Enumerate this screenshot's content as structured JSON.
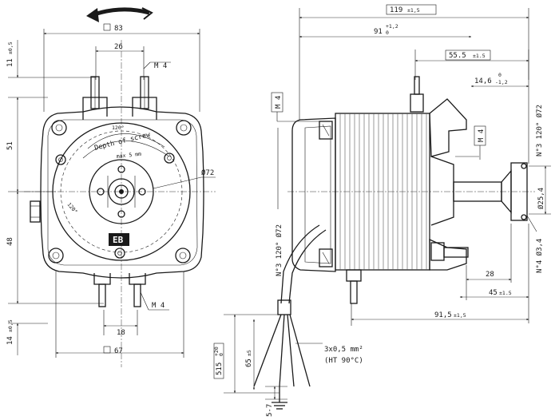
{
  "front_view": {
    "dim_square_top": "83",
    "dim_bolt_spacing": "26",
    "thread_top": "M 4",
    "dim_top_offset": "11",
    "dim_top_offset_tol": "±0,5",
    "dim_upper_height": "51",
    "dim_lower_height": "48",
    "dim_bottom_offset": "14",
    "dim_bottom_offset_tol": "±0,5",
    "screw_label_line1": "Depth of screw",
    "screw_label_line2": "max 5 mm",
    "angle_top": "120°",
    "angle_bottom": "120°",
    "dim_bolt_circle": "Ø72",
    "thread_bottom": "M 4",
    "dim_bottom_spacing": "18",
    "dim_square_bottom": "67",
    "logo_text": "EB"
  },
  "side_view": {
    "dim_overall_length": "119",
    "dim_overall_length_tol": "±1,5",
    "dim_body_length": "91",
    "dim_body_length_tol_upper": "+1,2",
    "dim_body_length_tol_lower": "0",
    "dim_bracket_length": "55.5",
    "dim_bracket_length_tol": "±1.5",
    "dim_bracket_offset": "14,6",
    "dim_bracket_offset_tol_upper": "0",
    "dim_bracket_offset_tol_lower": "-1,2",
    "thread_left": "M 4",
    "thread_right": "M 4",
    "holes_top": "N°3 120° Ø72",
    "holes_left": "N°3 120° Ø72",
    "dim_shaft_diameter": "Ø25,4",
    "holes_hub": "N°4 Ø3,4",
    "dim_hub_length": "28",
    "dim_shaft_offset": "45",
    "dim_shaft_offset_tol": "±1.5",
    "dim_rear_length": "91,5",
    "dim_rear_length_tol": "±1,5",
    "dim_cable_length": "515",
    "dim_cable_length_tol_upper": "+20",
    "dim_cable_length_tol_lower": "0",
    "dim_strip_length": "65",
    "dim_strip_length_tol": "±5",
    "dim_wire_end": "5-7",
    "wire_spec": "3x0,5 mm²",
    "wire_temp": "(HT 90°C)"
  }
}
